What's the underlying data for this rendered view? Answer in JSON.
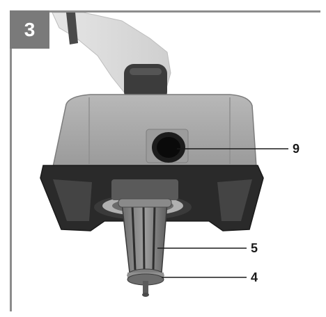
{
  "figure": {
    "step_number": "3",
    "callouts": {
      "part_9": "9",
      "part_5": "5",
      "part_4": "4"
    },
    "colors": {
      "frame": "#8c8c8c",
      "badge_bg": "#7a7a7a",
      "badge_text": "#ffffff"
    }
  }
}
